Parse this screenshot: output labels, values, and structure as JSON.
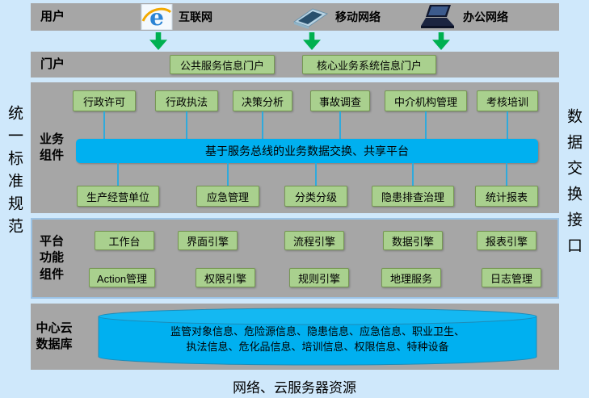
{
  "sides": {
    "left": "统一标准规范",
    "right": "数据交换接口"
  },
  "user_row": {
    "label": "用户",
    "networks": [
      {
        "icon": "internet-explorer-icon",
        "label": "互联网"
      },
      {
        "icon": "mobile-device-icon",
        "label": "移动网络"
      },
      {
        "icon": "laptop-icon",
        "label": "办公网络"
      }
    ]
  },
  "portal_row": {
    "label": "门户",
    "items": [
      "公共服务信息门户",
      "核心业务系统信息门户"
    ]
  },
  "business_row": {
    "label": "业务组件",
    "top_items": [
      "行政许可",
      "行政执法",
      "决策分析",
      "事故调查",
      "中介机构管理",
      "考核培训"
    ],
    "bus_label": "基于服务总线的业务数据交换、共享平台",
    "bottom_items": [
      "生产经营单位",
      "应急管理",
      "分类分级",
      "隐患排查治理",
      "统计报表"
    ]
  },
  "platform_row": {
    "label": "平台功能组件",
    "row1": [
      "工作台",
      "界面引擎",
      "流程引擎",
      "数据引擎",
      "报表引擎"
    ],
    "row2": [
      "Action管理",
      "权限引擎",
      "规则引擎",
      "地理服务",
      "日志管理"
    ]
  },
  "database_row": {
    "label": "中心云数据库",
    "line1": "监管对象信息、危险源信息、隐患信息、应急信息、职业卫生、",
    "line2": "执法信息、危化品信息、培训信息、权限信息、特种设备"
  },
  "footer": "网络、云服务器资源",
  "colors": {
    "background": "#cfe8fb",
    "band_gray": "#a6a6a6",
    "box_green": "#a9d08e",
    "box_green_border": "#769753",
    "bus_blue": "#00b0f0",
    "arrow_green": "#00b050",
    "connector_blue": "#2faadc",
    "platform_border": "#9cc3e5"
  }
}
